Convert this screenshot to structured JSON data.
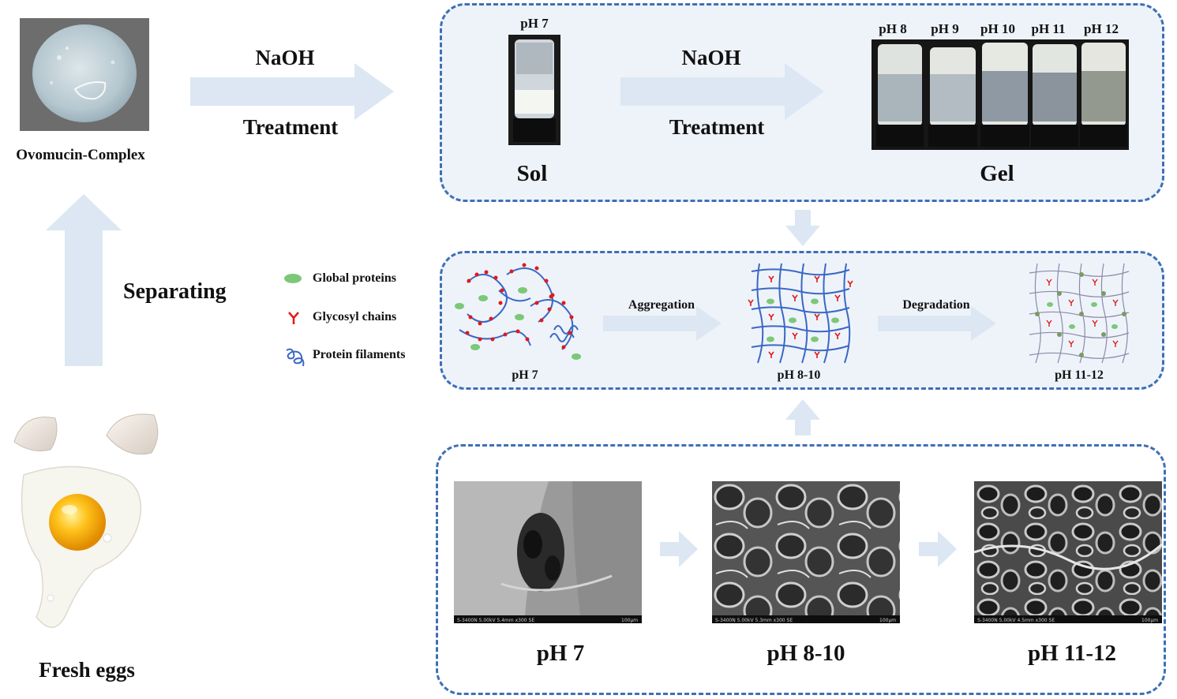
{
  "left": {
    "ovomucin_label": "Ovomucin-Complex",
    "separating_label": "Separating",
    "eggs_label": "Fresh eggs"
  },
  "top_flow": {
    "step1": {
      "line1": "NaOH",
      "line2": "Treatment"
    },
    "step2": {
      "line1": "NaOH",
      "line2": "Treatment"
    },
    "sol": {
      "ph": "pH 7",
      "label": "Sol"
    },
    "gel": {
      "vials": [
        "pH 8",
        "pH 9",
        "pH 10",
        "pH 11",
        "pH 12"
      ],
      "label": "Gel"
    }
  },
  "legend": {
    "items": [
      {
        "label": "Global proteins",
        "color": "#7cc878"
      },
      {
        "label": "Glycosyl chains",
        "color": "#e01a1a"
      },
      {
        "label": "Protein filaments",
        "color": "#3a68c4"
      }
    ]
  },
  "mechanism": {
    "stages": [
      "pH 7",
      "pH 8-10",
      "pH 11-12"
    ],
    "arrow1": "Aggregation",
    "arrow2": "Degradation"
  },
  "sem": {
    "labels": [
      "pH 7",
      "pH 8-10",
      "pH 11-12"
    ],
    "scalebars": [
      {
        "info": "S-3400N 5.00kV 5.4mm x300 SE",
        "scale": "100μm"
      },
      {
        "info": "S-3400N 5.00kV 5.3mm x300 SE",
        "scale": "100μm"
      },
      {
        "info": "S-3400N 5.00kV 4.5mm x300 SE",
        "scale": "100μm"
      }
    ]
  },
  "colors": {
    "arrow": "#dce7f3",
    "panel_border": "#3f6fb5",
    "panel_fill": "#eef3fa"
  }
}
